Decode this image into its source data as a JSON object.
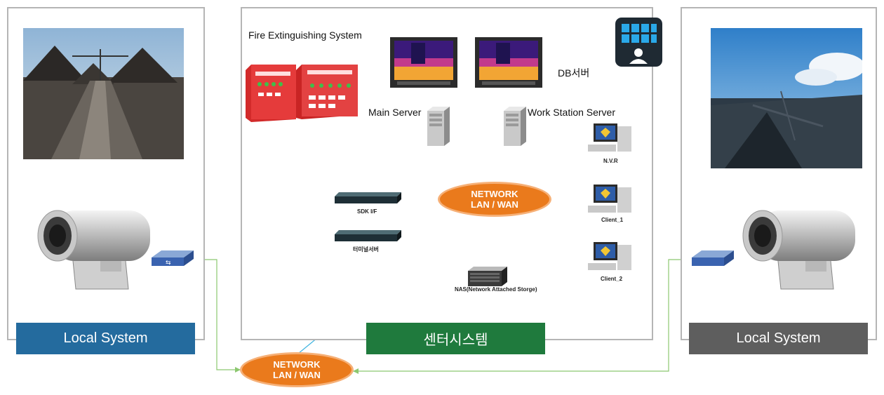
{
  "left_panel": {
    "label": "Local System",
    "bar_color": "#246b9e"
  },
  "center_panel": {
    "label": "센터시스템",
    "bar_color": "#1f7a3d"
  },
  "right_panel": {
    "label": "Local System",
    "bar_color": "#5e5e5e"
  },
  "center": {
    "fire_system_label": "Fire Extinguishing System",
    "db_server_label": "DB서버",
    "main_server_label": "Main Server",
    "workstation_label": "Work Station Server",
    "network_line1": "NETWORK",
    "network_line2": "LAN / WAN",
    "sdk_label": "SDK I/F",
    "terminal_label": "터미널서버",
    "nas_label": "NAS(Network Attached Storge)",
    "nvr_label": "N.V.R",
    "client1_label": "Client_1",
    "client2_label": "Client_2"
  },
  "bottom_network": {
    "line1": "NETWORK",
    "line2": "LAN / WAN",
    "color": "#ea7a1c"
  },
  "icons": [
    "coal-conveyor-photo",
    "port-coal-yard-photo",
    "thermal-camera-icon",
    "network-switch-icon",
    "server-tower-icon",
    "monitor-icon",
    "rack-device-icon",
    "nas-icon",
    "pc-workstation-icon",
    "fire-panel-icon",
    "user-window-icon"
  ]
}
